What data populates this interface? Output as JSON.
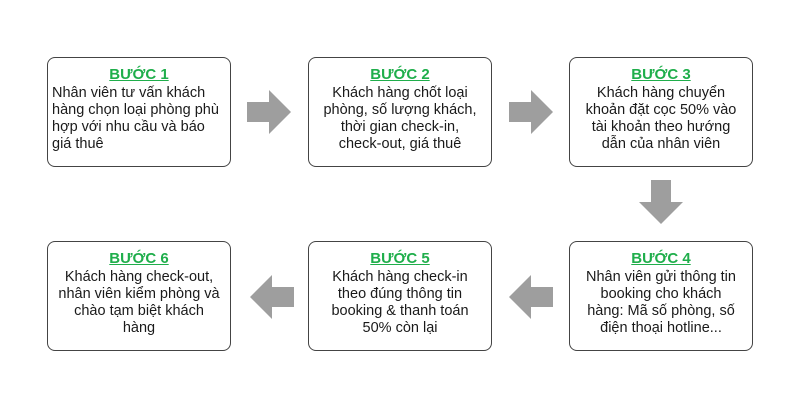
{
  "steps": [
    {
      "title": "BƯỚC 1",
      "lines": [
        "Nhân viên tư vấn khách",
        "hàng chọn loại phòng phù",
        "hợp với nhu cầu và báo",
        "giá thuê"
      ]
    },
    {
      "title": "BƯỚC 2",
      "lines": [
        "Khách hàng chốt loại",
        "phòng, số lượng khách,",
        "thời gian check-in,",
        "check-out, giá thuê"
      ]
    },
    {
      "title": "BƯỚC 3",
      "lines": [
        "Khách hàng chuyển",
        "khoản đặt cọc 50% vào",
        "tài khoản theo hướng",
        "dẫn của nhân viên"
      ]
    },
    {
      "title": "BƯỚC 4",
      "lines": [
        "Nhân viên gửi thông tin",
        "booking cho khách",
        "hàng: Mã số phòng, số",
        "điện thoại hotline..."
      ]
    },
    {
      "title": "BƯỚC 5",
      "lines": [
        "Khách hàng check-in",
        "theo đúng thông tin",
        "booking & thanh toán",
        "50% còn lại"
      ]
    },
    {
      "title": "BƯỚC 6",
      "lines": [
        "Khách hàng check-out,",
        "nhân viên kiểm phòng và",
        "chào tạm biệt khách",
        "hàng"
      ]
    }
  ],
  "colors": {
    "title": "#1fae4b",
    "border": "#444444",
    "arrow": "#9e9e9e"
  }
}
